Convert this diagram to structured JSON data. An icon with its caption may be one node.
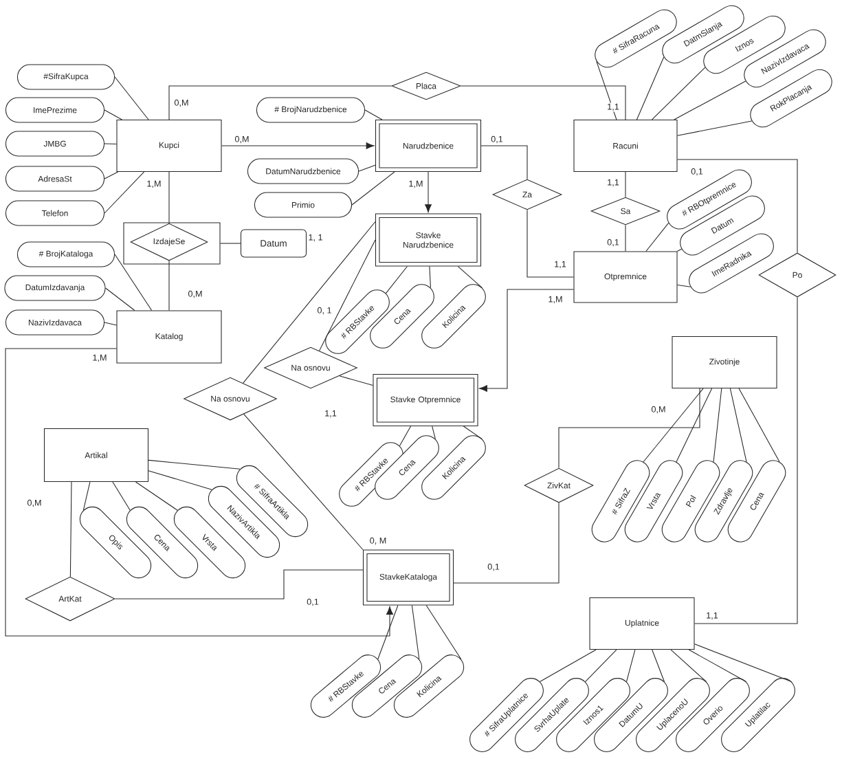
{
  "diagram": {
    "nodes": [
      {
        "text": [
          "Kupci"
        ]
      },
      {
        "text": [
          "Narudzbenice"
        ]
      },
      {
        "text": [
          "Racuni"
        ]
      },
      {
        "text": [
          "Stavke Narudzbenice"
        ]
      },
      {
        "text": [
          "Otpremnice"
        ]
      },
      {
        "text": [
          "Katalog"
        ]
      },
      {
        "text": [
          "Stavke Otpremnice"
        ]
      },
      {
        "text": [
          "Zivotinje"
        ]
      },
      {
        "text": [
          "Artikal"
        ]
      },
      {
        "text": [
          "StavkeKataloga"
        ]
      },
      {
        "text": [
          "Uplatnice"
        ]
      },
      {
        "text": [
          "Placa"
        ]
      },
      {
        "text": [],
        "shape": "box"
      },
      {
        "text": [
          "IzdajeSe"
        ],
        "in": 12
      },
      {
        "text": [
          "Datum"
        ]
      },
      {
        "text": [
          "Za"
        ]
      },
      {
        "text": [
          "Sa"
        ]
      },
      {
        "text": [
          "Po"
        ]
      },
      {
        "text": [
          "Na osnovu"
        ]
      },
      {
        "text": [
          "Na osnovu"
        ]
      },
      {
        "text": [
          "ZivKat"
        ]
      },
      {
        "text": [
          "ArtKat"
        ]
      },
      {
        "text": [
          "#SifraKupca"
        ]
      },
      {
        "text": [
          "ImePrezime"
        ]
      },
      {
        "text": [
          "JMBG"
        ]
      },
      {
        "text": [
          "AdresaSt"
        ]
      },
      {
        "text": [
          "Telefon"
        ]
      },
      {
        "text": [
          "# BrojNarudzbenice"
        ]
      },
      {
        "text": [
          "DatumNarudzbenice"
        ]
      },
      {
        "text": [
          "Primio"
        ]
      },
      {
        "text": [
          "# BrojKataloga"
        ]
      },
      {
        "text": [
          "DatumIzdavanja"
        ]
      },
      {
        "text": [
          "NazivIzdavaca"
        ]
      },
      {
        "text": [
          "# SifraRacuna"
        ]
      },
      {
        "text": [
          "DatmSlanja"
        ]
      },
      {
        "text": [
          "Iznos"
        ]
      },
      {
        "text": [
          "NazivIzdavaca"
        ]
      },
      {
        "text": [
          "RokPlacanja"
        ]
      },
      {
        "text": [
          "# RBOtpremnice"
        ]
      },
      {
        "text": [
          "Datum"
        ]
      },
      {
        "text": [
          "ImeRadnika"
        ]
      },
      {
        "text": [
          "# RBStavke"
        ]
      },
      {
        "text": [
          "Cena"
        ]
      },
      {
        "text": [
          "Kolicina"
        ]
      },
      {
        "text": [
          "# RBStavke"
        ]
      },
      {
        "text": [
          "Cena"
        ]
      },
      {
        "text": [
          "Kolicina"
        ]
      },
      {
        "text": [
          "Opis"
        ]
      },
      {
        "text": [
          "Cena"
        ]
      },
      {
        "text": [
          "Vrsta"
        ]
      },
      {
        "text": [
          "NazivArtikla"
        ]
      },
      {
        "text": [
          "# SifraArtikla"
        ]
      },
      {
        "text": [
          "# SifraZ"
        ]
      },
      {
        "text": [
          "Vrsta"
        ]
      },
      {
        "text": [
          "Pol"
        ]
      },
      {
        "text": [
          "Zdravlje"
        ]
      },
      {
        "text": [
          "Cena"
        ]
      },
      {
        "text": [
          "# RBStavke"
        ]
      },
      {
        "text": [
          "Cena"
        ]
      },
      {
        "text": [
          "Kolicina"
        ]
      },
      {
        "text": [
          "# SifraUplatnice"
        ]
      },
      {
        "text": [
          "SvrhaUplate"
        ]
      },
      {
        "text": [
          "Iznos1"
        ]
      },
      {
        "text": [
          "DatumU"
        ]
      },
      {
        "text": [
          "UplacenoU"
        ]
      },
      {
        "text": [
          "Overio"
        ]
      },
      {
        "text": [
          "Uplatilac"
        ]
      }
    ],
    "edges": [
      {
        "from": 0,
        "to": 11,
        "arrow": "none",
        "label": "0,M"
      },
      {
        "from": 11,
        "to": 2,
        "arrow": "none",
        "label": "1,1"
      },
      {
        "from": 0,
        "to": 1,
        "arrow": "to",
        "label": "0,M"
      },
      {
        "from": 0,
        "to": 13,
        "arrow": "none",
        "label": "1,M"
      },
      {
        "from": 13,
        "to": 5,
        "arrow": "none",
        "label": "0,M"
      },
      {
        "from": 12,
        "to": 14,
        "arrow": "none"
      },
      {
        "from": 1,
        "to": 3,
        "arrow": "to",
        "label": "1,M"
      },
      {
        "from": 1,
        "to": 15,
        "arrow": "none",
        "label": "0,1"
      },
      {
        "from": 15,
        "to": 4,
        "arrow": "none",
        "label": "1,1"
      },
      {
        "from": 2,
        "to": 16,
        "arrow": "none",
        "label": "1,1"
      },
      {
        "from": 16,
        "to": 4,
        "arrow": "none",
        "label": "0,1"
      },
      {
        "from": 2,
        "to": 17,
        "arrow": "none",
        "label": "0,1"
      },
      {
        "from": 17,
        "to": 10,
        "arrow": "none",
        "label": "1,1"
      },
      {
        "from": 4,
        "to": 6,
        "arrow": "to",
        "label": "1,M"
      },
      {
        "from": 3,
        "to": 18,
        "arrow": "none",
        "label": "0, 1"
      },
      {
        "from": 18,
        "to": 6,
        "arrow": "none",
        "label": "1,1"
      },
      {
        "from": 3,
        "to": 19,
        "arrow": "none",
        "label": "1, 1"
      },
      {
        "from": 19,
        "to": 9,
        "arrow": "none",
        "label": "0, M"
      },
      {
        "from": 5,
        "to": 9,
        "arrow": "to",
        "label": "1,M"
      },
      {
        "from": 8,
        "to": 21,
        "arrow": "none",
        "label": "0,M"
      },
      {
        "from": 21,
        "to": 9,
        "arrow": "none",
        "label": "0,1"
      },
      {
        "from": 9,
        "to": 20,
        "arrow": "none",
        "label": "0,1"
      },
      {
        "from": 20,
        "to": 7,
        "arrow": "none",
        "label": "0,M"
      },
      {
        "from": 0,
        "to": 22,
        "arrow": "none"
      },
      {
        "from": 0,
        "to": 23,
        "arrow": "none"
      },
      {
        "from": 0,
        "to": 24,
        "arrow": "none"
      },
      {
        "from": 0,
        "to": 25,
        "arrow": "none"
      },
      {
        "from": 0,
        "to": 26,
        "arrow": "none"
      },
      {
        "from": 1,
        "to": 27,
        "arrow": "none"
      },
      {
        "from": 1,
        "to": 28,
        "arrow": "none"
      },
      {
        "from": 1,
        "to": 29,
        "arrow": "none"
      },
      {
        "from": 5,
        "to": 30,
        "arrow": "none"
      },
      {
        "from": 5,
        "to": 31,
        "arrow": "none"
      },
      {
        "from": 5,
        "to": 32,
        "arrow": "none"
      },
      {
        "from": 2,
        "to": 33,
        "arrow": "none"
      },
      {
        "from": 2,
        "to": 34,
        "arrow": "none"
      },
      {
        "from": 2,
        "to": 35,
        "arrow": "none"
      },
      {
        "from": 2,
        "to": 36,
        "arrow": "none"
      },
      {
        "from": 2,
        "to": 37,
        "arrow": "none"
      },
      {
        "from": 4,
        "to": 38,
        "arrow": "none"
      },
      {
        "from": 4,
        "to": 39,
        "arrow": "none"
      },
      {
        "from": 4,
        "to": 40,
        "arrow": "none"
      },
      {
        "from": 3,
        "to": 41,
        "arrow": "none"
      },
      {
        "from": 3,
        "to": 42,
        "arrow": "none"
      },
      {
        "from": 3,
        "to": 43,
        "arrow": "none"
      },
      {
        "from": 6,
        "to": 44,
        "arrow": "none"
      },
      {
        "from": 6,
        "to": 45,
        "arrow": "none"
      },
      {
        "from": 6,
        "to": 46,
        "arrow": "none"
      },
      {
        "from": 8,
        "to": 47,
        "arrow": "none"
      },
      {
        "from": 8,
        "to": 48,
        "arrow": "none"
      },
      {
        "from": 8,
        "to": 49,
        "arrow": "none"
      },
      {
        "from": 8,
        "to": 50,
        "arrow": "none"
      },
      {
        "from": 8,
        "to": 51,
        "arrow": "none"
      },
      {
        "from": 7,
        "to": 52,
        "arrow": "none"
      },
      {
        "from": 7,
        "to": 53,
        "arrow": "none"
      },
      {
        "from": 7,
        "to": 54,
        "arrow": "none"
      },
      {
        "from": 7,
        "to": 55,
        "arrow": "none"
      },
      {
        "from": 7,
        "to": 56,
        "arrow": "none"
      },
      {
        "from": 9,
        "to": 57,
        "arrow": "none"
      },
      {
        "from": 9,
        "to": 58,
        "arrow": "none"
      },
      {
        "from": 9,
        "to": 59,
        "arrow": "none"
      },
      {
        "from": 10,
        "to": 60,
        "arrow": "none"
      },
      {
        "from": 10,
        "to": 61,
        "arrow": "none"
      },
      {
        "from": 10,
        "to": 62,
        "arrow": "none"
      },
      {
        "from": 10,
        "to": 63,
        "arrow": "none"
      },
      {
        "from": 10,
        "to": 64,
        "arrow": "none"
      },
      {
        "from": 10,
        "to": 65,
        "arrow": "none"
      },
      {
        "from": 10,
        "to": 66,
        "arrow": "none"
      }
    ]
  }
}
